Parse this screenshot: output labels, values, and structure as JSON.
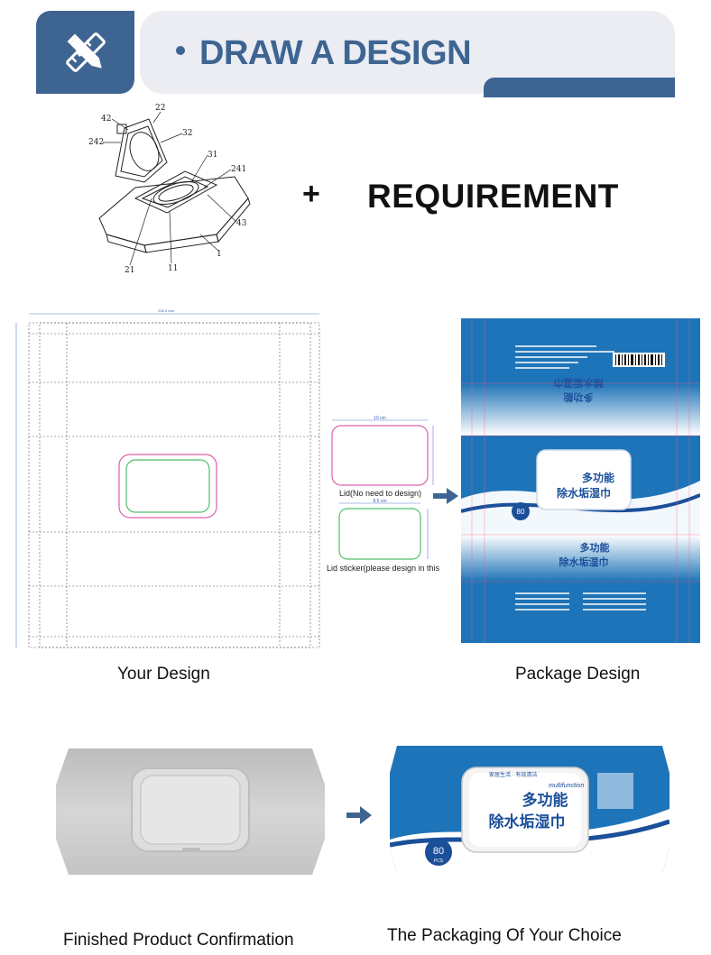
{
  "header": {
    "title": "DRAW A DESIGN",
    "icon": "pencil-ruler-icon",
    "colors": {
      "primary": "#3e6592",
      "banner_bg": "#ebedf3"
    }
  },
  "patent_drawing": {
    "labels": [
      "42",
      "22",
      "242",
      "32",
      "31",
      "241",
      "43",
      "1",
      "21",
      "11"
    ]
  },
  "plus": "+",
  "requirement": "REQUIREMENT",
  "design_section": {
    "your_design_caption": "Your Design",
    "package_design_caption": "Package Design",
    "lid_label": "Lid(No need to design)",
    "lid_sticker_label": "Lid sticker(please design in this",
    "lid_dim": "10 cm",
    "sticker_dim": "8.5 cm",
    "dieline_top_dim": "225.0 mm"
  },
  "product": {
    "name_line1": "多功能",
    "name_line2": "除水垢湿巾",
    "multifunction": "multifunction",
    "tagline": "家居生活 · 有效清洁",
    "count": "80",
    "count_unit": "PCS",
    "colors": {
      "blue": "#1e74b8",
      "dark_blue": "#1b4f9a"
    }
  },
  "bottom_section": {
    "finished_caption": "Finished Product Confirmation",
    "choice_caption": "The Packaging Of Your Choice"
  }
}
